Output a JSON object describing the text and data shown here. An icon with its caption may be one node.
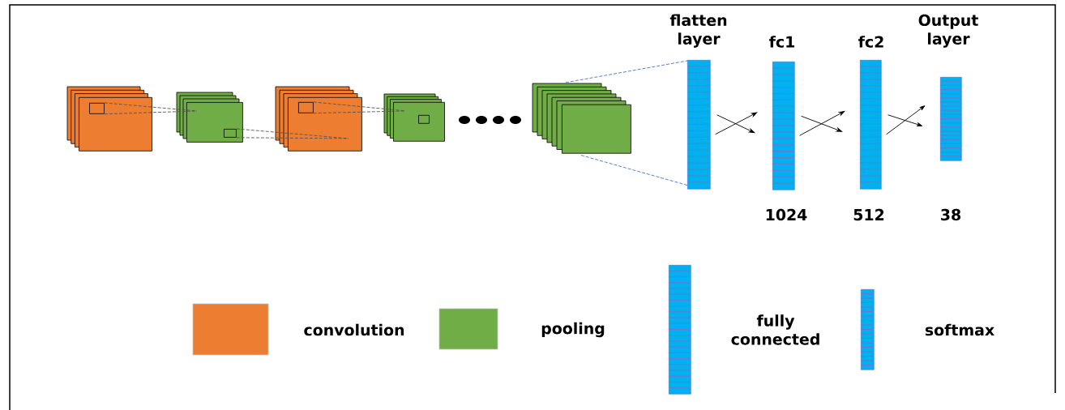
{
  "diagram": {
    "nodes": [
      {
        "text": [],
        "shape": "box"
      },
      {
        "text": [],
        "shape": "box",
        "in": 0
      },
      {
        "text": [],
        "shape": "box"
      },
      {
        "text": [],
        "shape": "box",
        "in": 2
      },
      {
        "text": [],
        "shape": "box"
      },
      {
        "text": [],
        "shape": "box",
        "in": 4
      },
      {
        "text": [],
        "shape": "box"
      },
      {
        "text": [],
        "shape": "box",
        "in": 6
      },
      {
        "text": [],
        "shape": "box"
      },
      {
        "text": [
          "flatten layer"
        ]
      },
      {
        "text": [
          "fc1"
        ],
        "beside": [
          "1024"
        ]
      },
      {
        "text": [
          "fc2"
        ],
        "beside": [
          "512"
        ]
      },
      {
        "text": [
          "Output layer"
        ],
        "beside": [
          "38"
        ]
      }
    ],
    "edges": [
      {
        "from": 1,
        "to": 2,
        "arrow": "none",
        "style": "dashed"
      },
      {
        "from": 1,
        "to": 2,
        "arrow": "none",
        "style": "dashed"
      },
      {
        "from": 3,
        "to": 4,
        "arrow": "none",
        "style": "dashed"
      },
      {
        "from": 3,
        "to": 4,
        "arrow": "none",
        "style": "dashed"
      },
      {
        "from": 5,
        "to": 6,
        "arrow": "none",
        "style": "dashed"
      },
      {
        "from": 5,
        "to": 6,
        "arrow": "none",
        "style": "dashed"
      },
      {
        "from": 8,
        "to": 9,
        "arrow": "none",
        "style": "dashed",
        "color": "#4472c4"
      },
      {
        "from": 8,
        "to": 9,
        "arrow": "none",
        "style": "dashed",
        "color": "#4472c4"
      },
      {
        "from": 9,
        "to": 10,
        "arrow": "to"
      },
      {
        "from": 9,
        "to": 10,
        "arrow": "to"
      },
      {
        "from": 10,
        "to": 11,
        "arrow": "to"
      },
      {
        "from": 10,
        "to": 11,
        "arrow": "to"
      },
      {
        "from": 11,
        "to": 12,
        "arrow": "to"
      },
      {
        "from": 11,
        "to": 12,
        "arrow": "to"
      }
    ],
    "legend": [
      {
        "text": "convolution",
        "color": "#ed7d31"
      },
      {
        "text": "pooling",
        "color": "#70ad47"
      },
      {
        "text": "fully connected"
      },
      {
        "text": "softmax"
      }
    ]
  }
}
